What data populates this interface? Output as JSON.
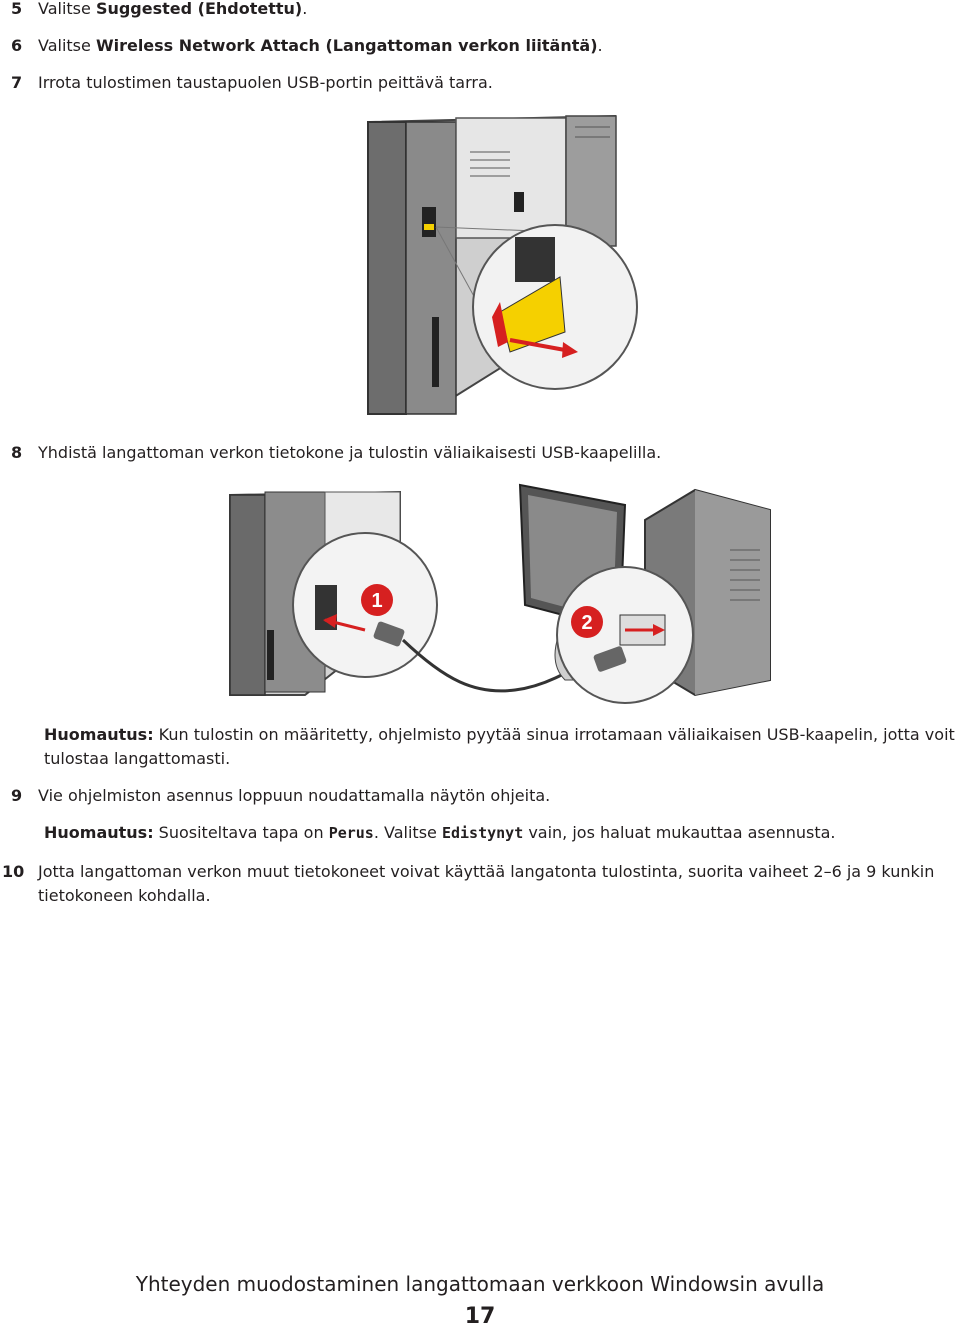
{
  "steps": {
    "s5": {
      "num": "5",
      "pre": "Valitse ",
      "bold": "Suggested (Ehdotettu)",
      "post": "."
    },
    "s6": {
      "num": "6",
      "pre": "Valitse ",
      "bold": "Wireless Network Attach (Langattoman verkon liitäntä)",
      "post": "."
    },
    "s7": {
      "num": "7",
      "text": "Irrota tulostimen taustapuolen USB-portin peittävä tarra."
    },
    "s8": {
      "num": "8",
      "text": "Yhdistä langattoman verkon tietokone ja tulostin väliaikaisesti USB-kaapelilla."
    },
    "note1": {
      "label": "Huomautus:",
      "line1": " Kun tulostin on määritetty, ohjelmisto pyytää sinua irrotamaan väliaikaisen USB-kaapelin, jotta voit",
      "line2": "tulostaa langattomasti."
    },
    "s9": {
      "num": "9",
      "text": "Vie ohjelmiston asennus loppuun noudattamalla näytön ohjeita."
    },
    "note2": {
      "label": "Huomautus:",
      "pre": " Suositeltava tapa on ",
      "code1": "Perus",
      "mid": ". Valitse ",
      "code2": "Edistynyt",
      "post": " vain, jos haluat mukauttaa asennusta."
    },
    "s10": {
      "num": "10",
      "line1": "Jotta langattoman verkon muut tietokoneet voivat käyttää langatonta tulostinta, suorita vaiheet 2–6 ja 9 kunkin",
      "line2": "tietokoneen kohdalla."
    }
  },
  "figures": {
    "callout1": "1",
    "callout2": "2"
  },
  "footer": {
    "title": "Yhteyden muodostaminen langattomaan verkkoon Windowsin avulla",
    "page": "17"
  }
}
